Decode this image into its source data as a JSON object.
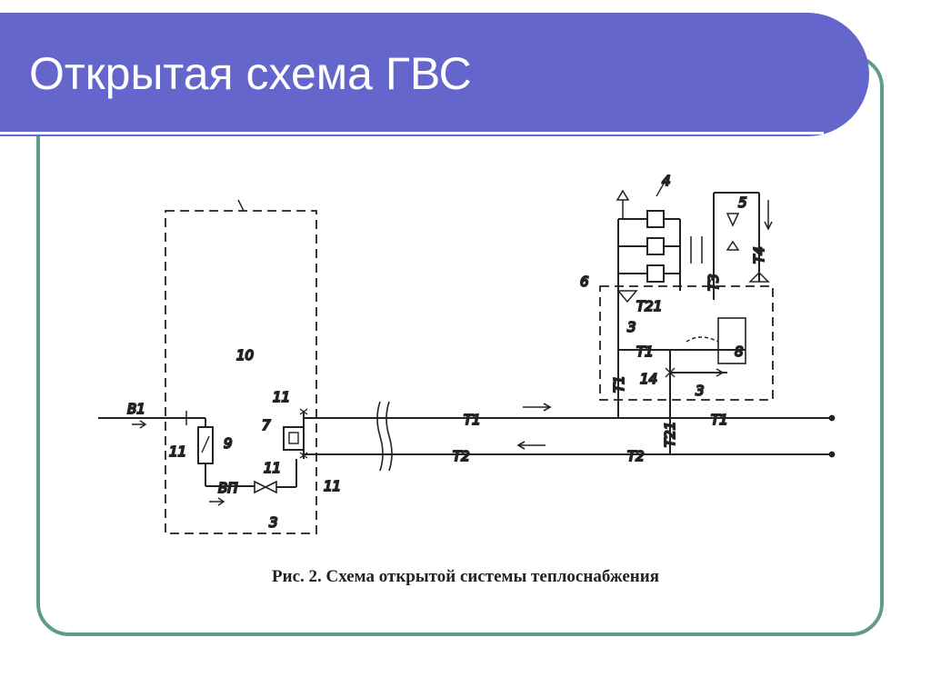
{
  "slide": {
    "title": "Открытая схема ГВС",
    "caption": "Рис. 2. Схема открытой системы теплоснабжения"
  },
  "colors": {
    "title_bar": "#6466cc",
    "frame": "#5f9a8e",
    "ink": "#222222"
  },
  "diagram": {
    "labels": {
      "b1": "В1",
      "vp": "ВП",
      "t1_main": "T1",
      "t2_main": "T2",
      "t1_right": "T1",
      "t2_right": "T2",
      "t21_vert": "T21",
      "t1_branch": "T1",
      "t21_branch": "T21",
      "t1_vert": "T1",
      "t3_vert": "T3",
      "t4_vert": "T4",
      "n3_left": "3",
      "n3_top": "3",
      "n3_right": "3",
      "n4": "4",
      "n5": "5",
      "n6": "6",
      "n7": "7",
      "n8": "8",
      "n9": "9",
      "n10": "10",
      "n11_top": "11",
      "n11_left": "11",
      "n11_mid": "11",
      "n11_bottom": "11",
      "n14": "14"
    }
  }
}
